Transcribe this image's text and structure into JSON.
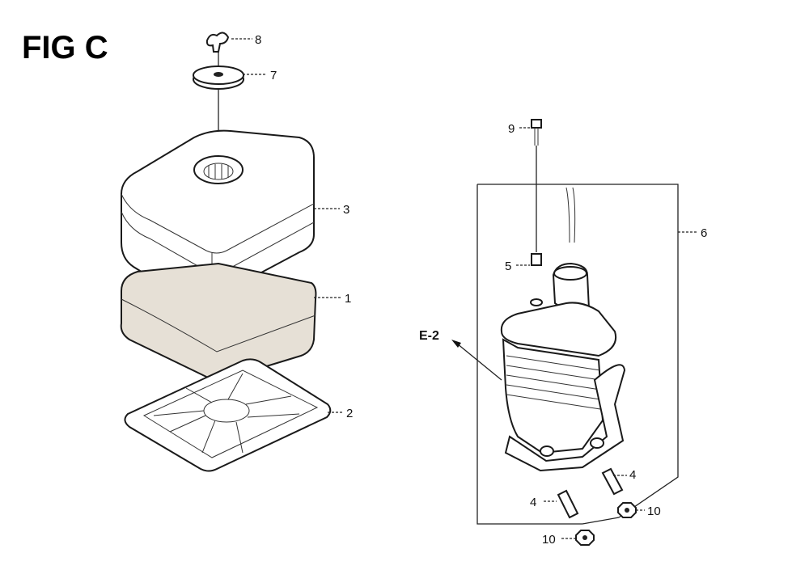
{
  "title": "FIG C",
  "callouts": {
    "wing_nut": "8",
    "washer_cap": "7",
    "air_cleaner_cover": "3",
    "filter_element": "1",
    "grid": "2",
    "bolt": "9",
    "collar": "5",
    "case_assembly": "6",
    "ref_e2": "E-2",
    "pipe_a": "4",
    "pipe_b": "4",
    "nut_a": "10",
    "nut_b": "10"
  }
}
